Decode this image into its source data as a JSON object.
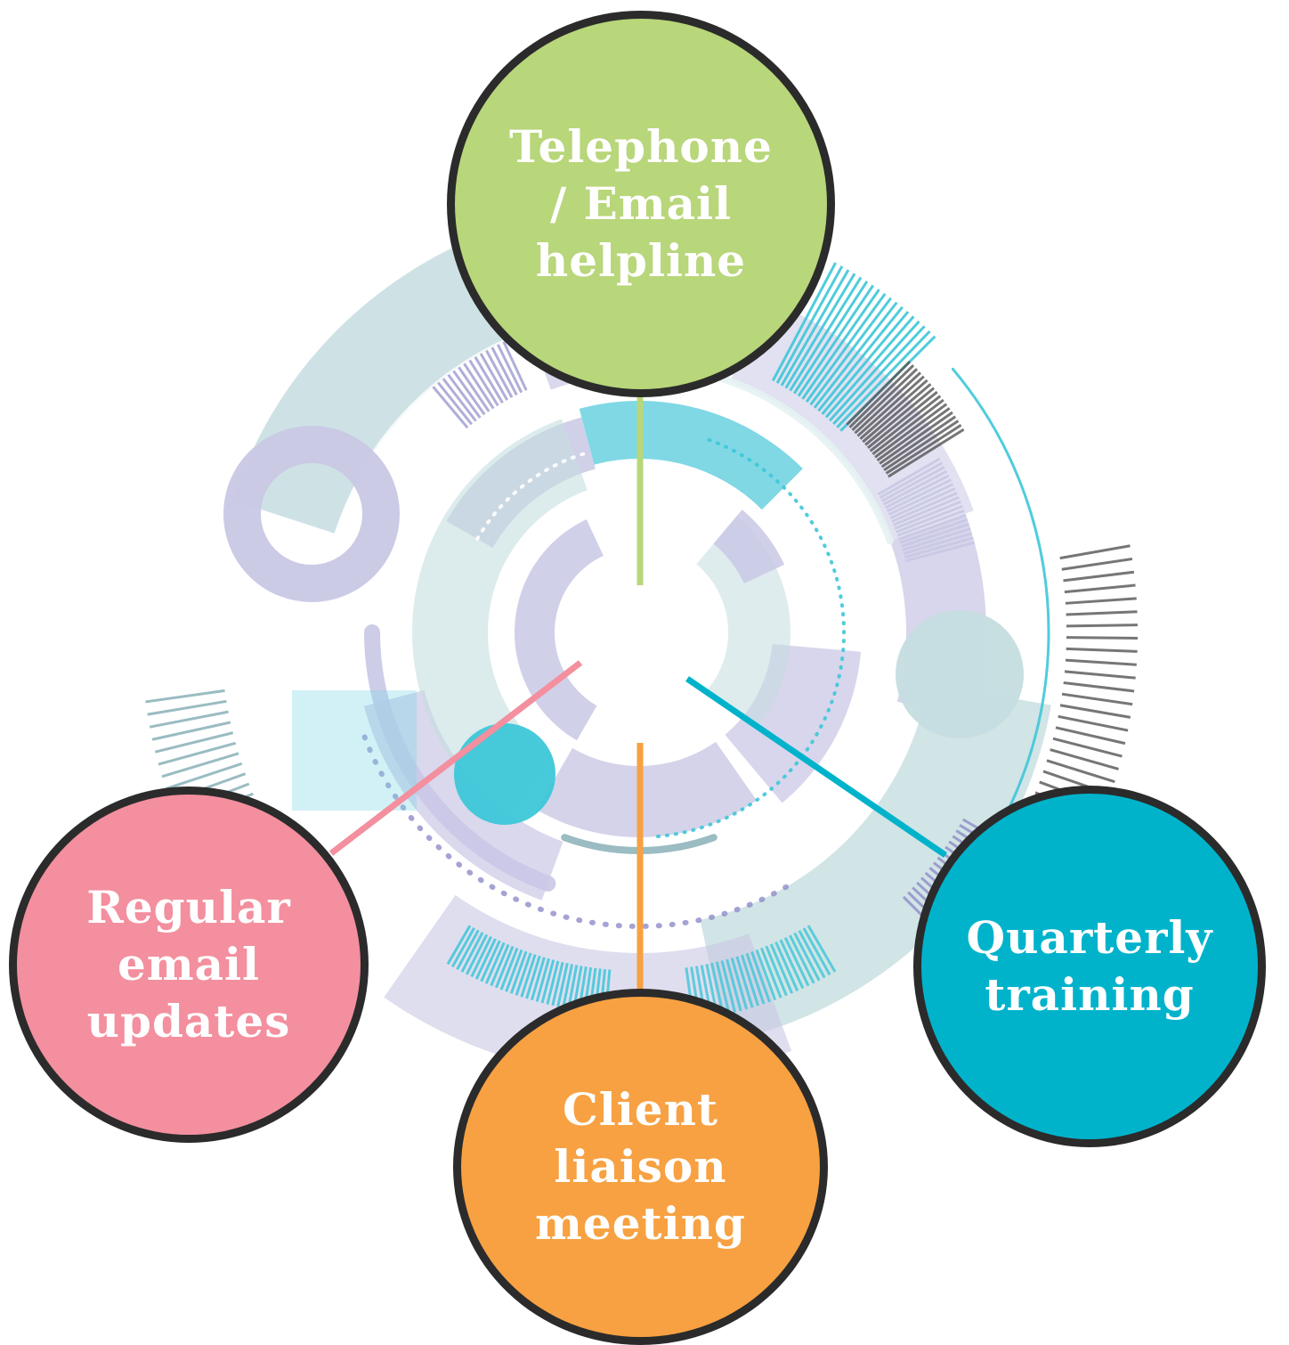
{
  "nodes": {
    "top": {
      "label": "Telephone\n/ Email\nhelpline",
      "color": "#b8d67a"
    },
    "left": {
      "label": "Regular\nemail\nupdates",
      "color": "#f38f9e"
    },
    "right": {
      "label": "Quarterly\ntraining",
      "color": "#00b3cb"
    },
    "bottom": {
      "label": "Client\nliaison\nmeeting",
      "color": "#f7a142"
    }
  },
  "connector_colors": {
    "top": "#b8d67a",
    "left": "#f38f9e",
    "right": "#00b3cb",
    "bottom": "#f7a142"
  },
  "decor_colors": {
    "lavender": "#c9c8e5",
    "purple": "#8e8cc8",
    "grey_teal": "#c5dde0",
    "cyan": "#7fd8e4",
    "cyan_bright": "#3dc7d8",
    "dark_grey": "#555555",
    "steel": "#8fb5bb"
  }
}
